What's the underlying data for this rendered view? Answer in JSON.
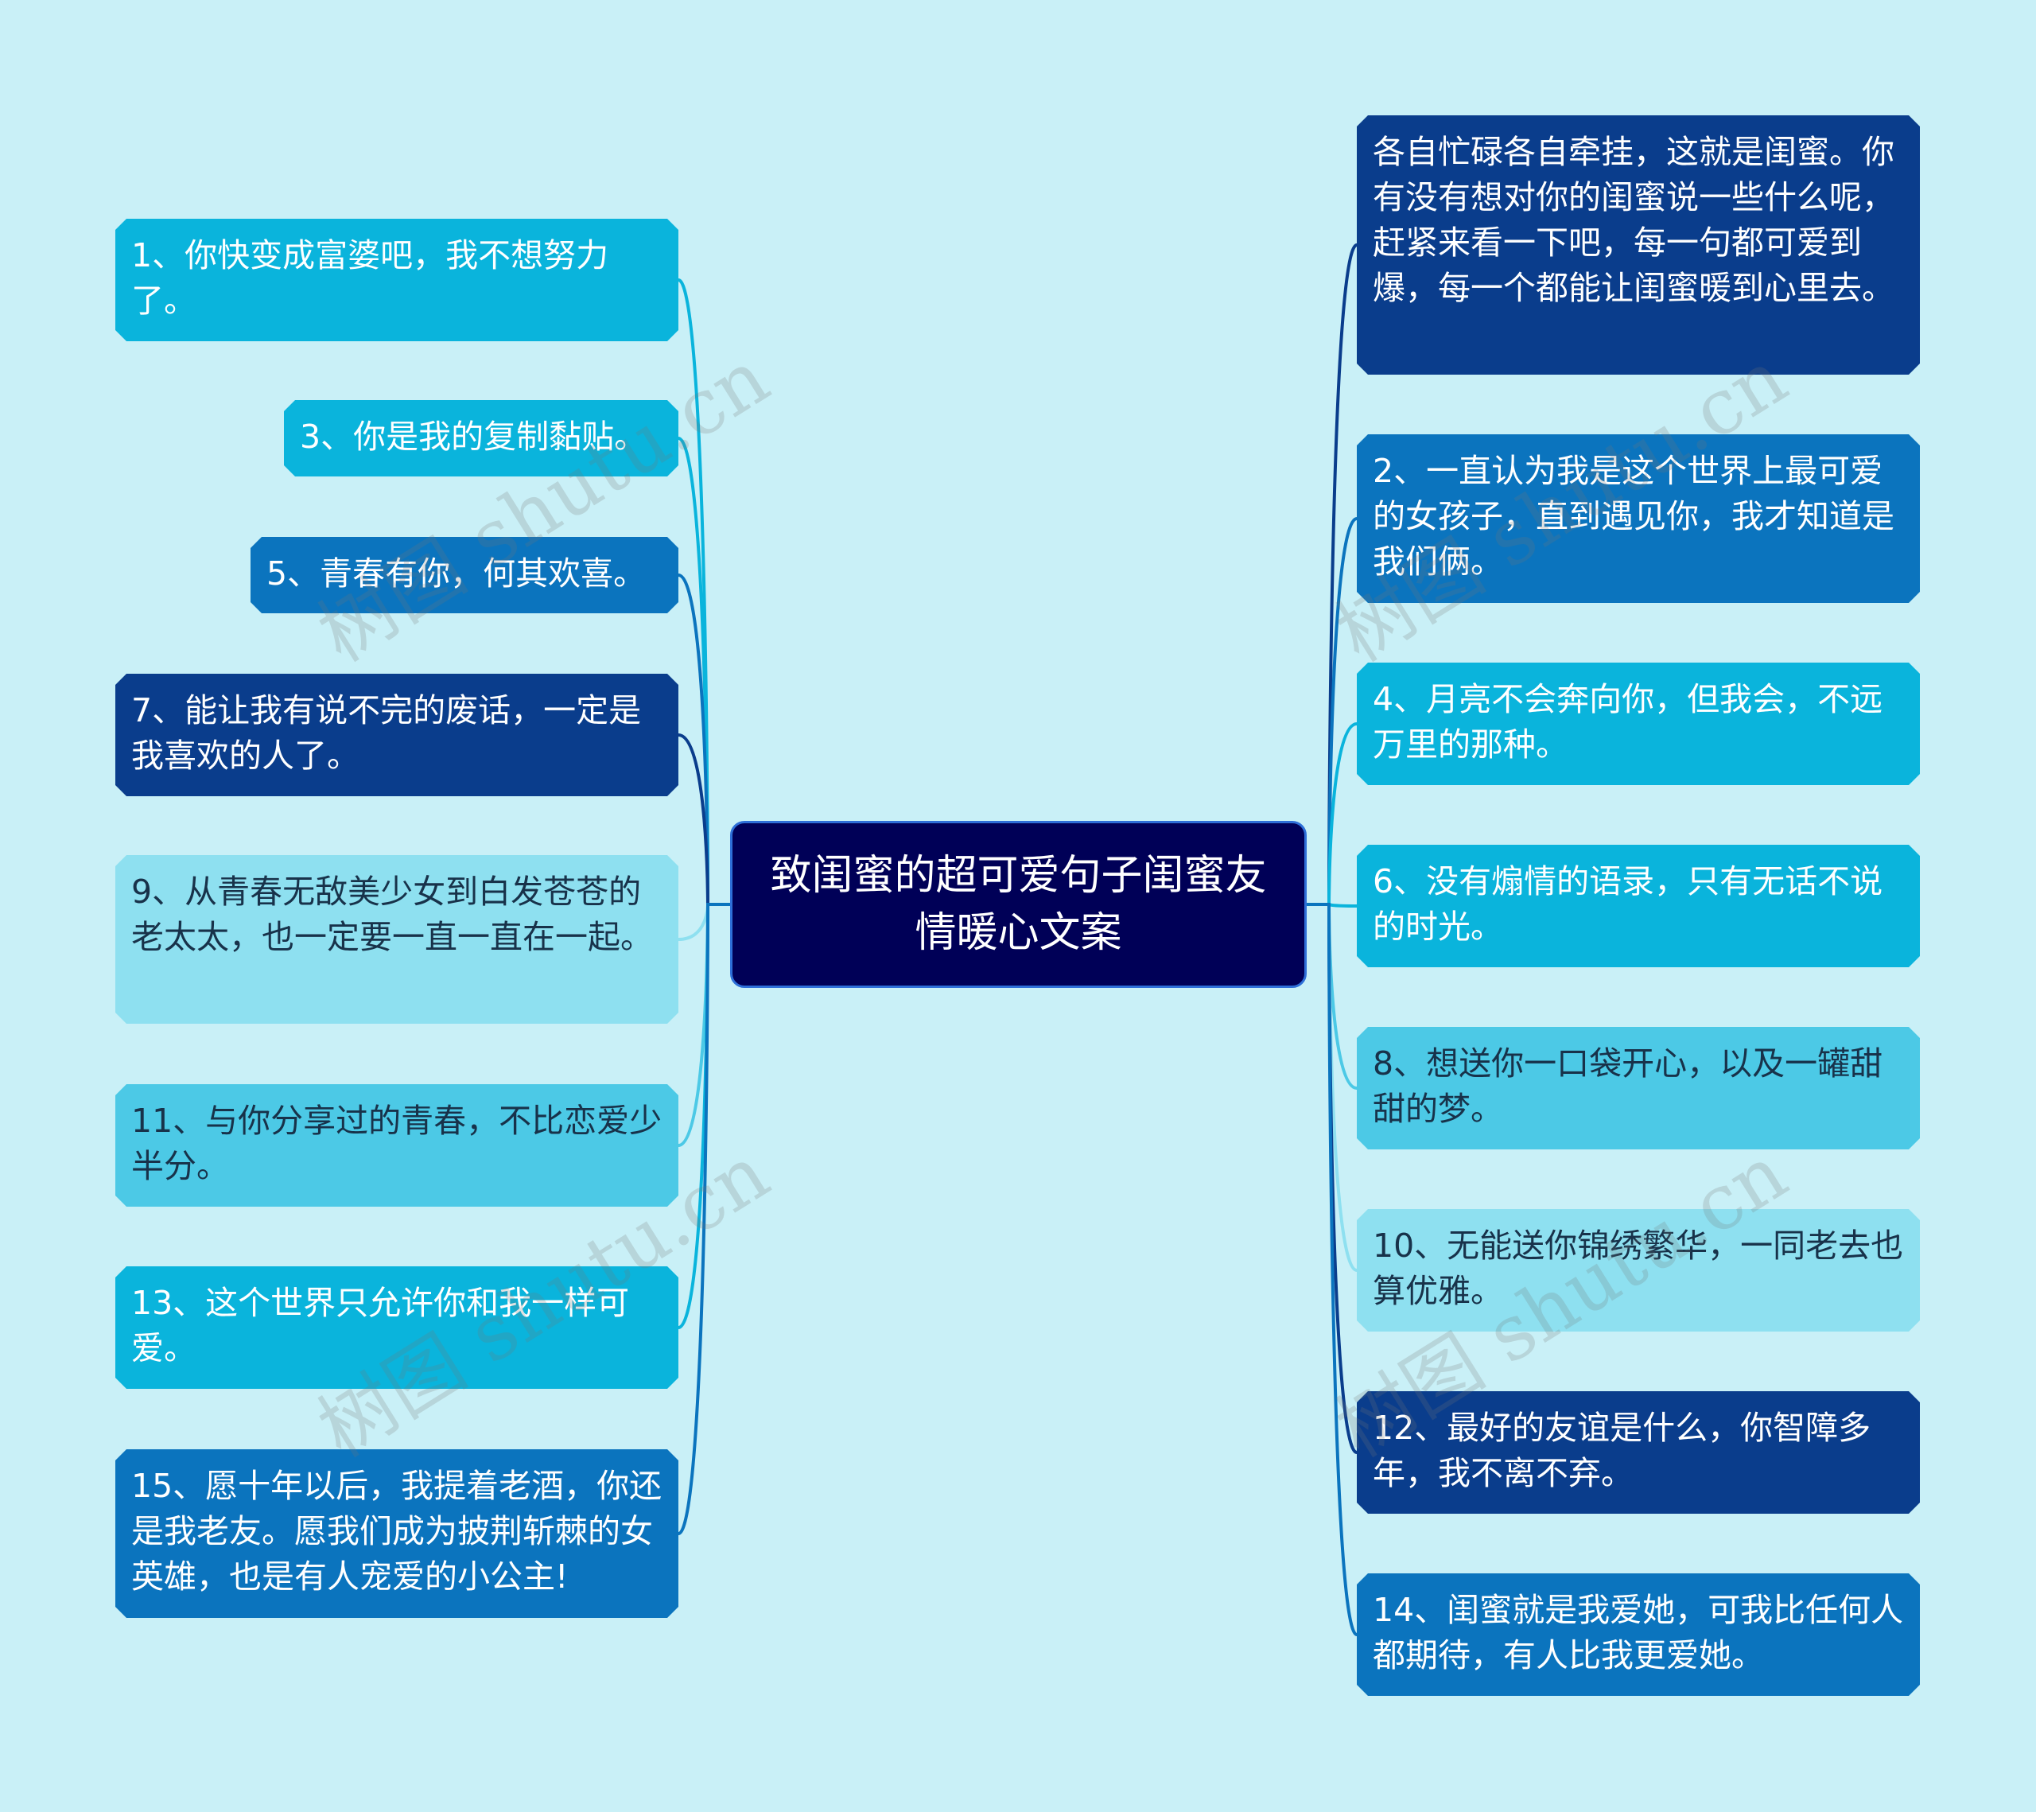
{
  "title": "致闺蜜的超可爱句子闺蜜友情暖心文案",
  "colors": {
    "background": "#c9f0f7",
    "root": "#000057",
    "dark": "#0a3d8c",
    "mid": "#0b74be",
    "cyan": "#0ab4dc",
    "light": "#4cc9e6",
    "pale": "#8ee0f0"
  },
  "left": [
    {
      "text": "1、你快变成富婆吧，我不想努力了。",
      "color": "cyan"
    },
    {
      "text": "3、你是我的复制黏贴。",
      "color": "cyan"
    },
    {
      "text": "5、青春有你，何其欢喜。",
      "color": "mid"
    },
    {
      "text": "7、能让我有说不完的废话，一定是我喜欢的人了。",
      "color": "dark"
    },
    {
      "text": "9、从青春无敌美少女到白发苍苍的老太太，也一定要一直一直在一起。",
      "color": "pale"
    },
    {
      "text": "11、与你分享过的青春，不比恋爱少半分。",
      "color": "light"
    },
    {
      "text": "13、这个世界只允许你和我一样可爱。",
      "color": "cyan"
    },
    {
      "text": "15、愿十年以后，我提着老酒，你还是我老友。愿我们成为披荆斩棘的女英雄，也是有人宠爱的小公主!",
      "color": "mid"
    }
  ],
  "right": [
    {
      "text": "各自忙碌各自牵挂，这就是闺蜜。你有没有想对你的闺蜜说一些什么呢，赶紧来看一下吧，每一句都可爱到爆，每一个都能让闺蜜暖到心里去。",
      "color": "dark"
    },
    {
      "text": "2、一直认为我是这个世界上最可爱的女孩子，直到遇见你，我才知道是我们俩。",
      "color": "mid"
    },
    {
      "text": "4、月亮不会奔向你，但我会，不远万里的那种。",
      "color": "cyan"
    },
    {
      "text": "6、没有煽情的语录，只有无话不说的时光。",
      "color": "cyan"
    },
    {
      "text": "8、想送你一口袋开心，以及一罐甜甜的梦。",
      "color": "light"
    },
    {
      "text": "10、无能送你锦绣繁华，一同老去也算优雅。",
      "color": "pale"
    },
    {
      "text": "12、最好的友谊是什么，你智障多年，我不离不弃。",
      "color": "dark"
    },
    {
      "text": "14、闺蜜就是我爱她，可我比任何人都期待，有人比我更爱她。",
      "color": "mid"
    }
  ],
  "watermark": "树图 shutu.cn"
}
